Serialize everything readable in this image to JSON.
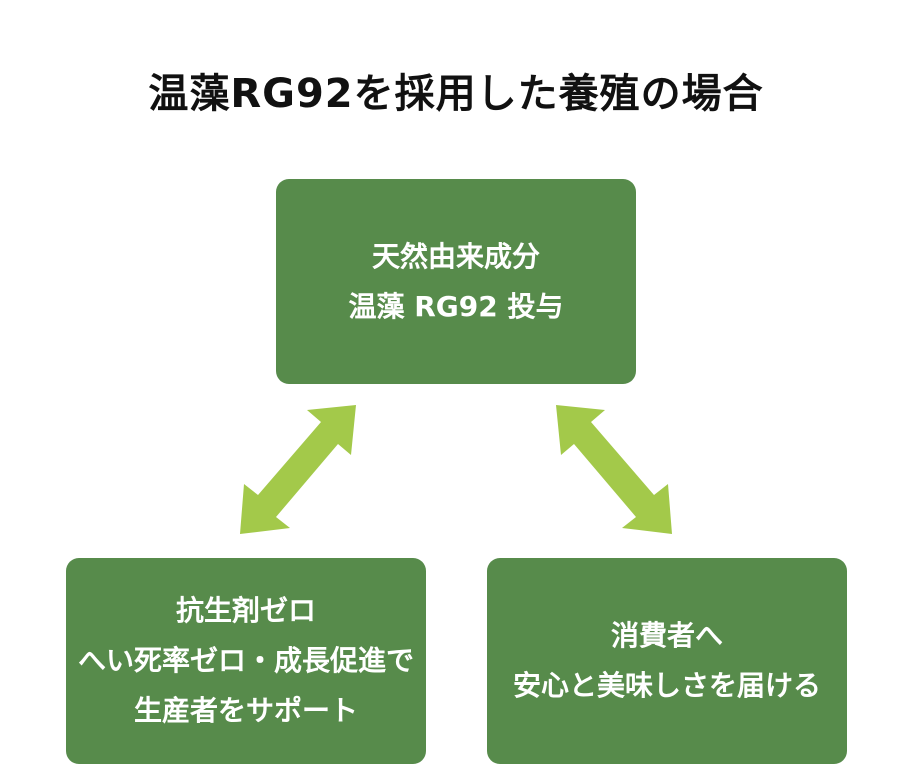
{
  "title": "温藻RG92を採用した養殖の場合",
  "colors": {
    "box_fill": "#578b4b",
    "box_text": "#ffffff",
    "arrow": "#a3c94a",
    "title_text": "#111111"
  },
  "nodes": {
    "top": {
      "line1": "天然由来成分",
      "line2": "温藻 RG92 投与"
    },
    "bottom_left": {
      "line1": "抗生剤ゼロ",
      "line2": "へい死率ゼロ・成長促進で",
      "line3": "生産者をサポート"
    },
    "bottom_right": {
      "line1": "消費者へ",
      "line2": "安心と美味しさを届ける"
    }
  },
  "edges": [
    {
      "from": "top",
      "to": "bottom_left",
      "type": "bidirectional"
    },
    {
      "from": "top",
      "to": "bottom_right",
      "type": "bidirectional"
    }
  ]
}
